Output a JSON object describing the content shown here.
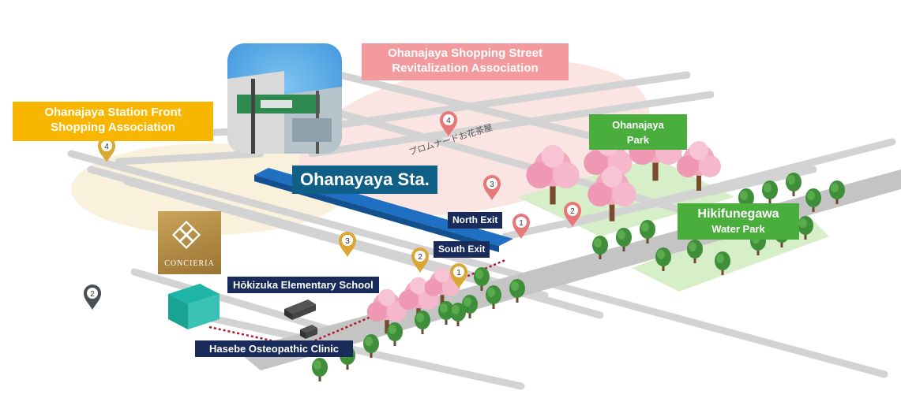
{
  "labels": {
    "station_front": [
      "Ohanajaya Station Front",
      "Shopping Association"
    ],
    "shopping_street": [
      "Ohanajaya Shopping Street",
      "Revitalization Association"
    ],
    "park": [
      "Ohanajaya",
      "Park"
    ],
    "water_park": [
      "Hikifunegawa",
      "Water Park"
    ],
    "station": "Ohanayaya Sta.",
    "north_exit": "North Exit",
    "south_exit": "South Exit",
    "school": "Hōkizuka Elementary School",
    "clinic": "Hasebe Osteopathic Clinic",
    "brand": "CONCIERIA",
    "street_sign": "プロムナードお花茶屋"
  },
  "markers": [
    {
      "category": "station-front",
      "number": "4",
      "color": "#d9a834"
    },
    {
      "category": "shopping-street",
      "number": "4",
      "color": "#e6787a"
    },
    {
      "category": "shopping-street",
      "number": "3",
      "color": "#e6787a"
    },
    {
      "category": "shopping-street",
      "number": "2",
      "color": "#e6787a"
    },
    {
      "category": "shopping-street",
      "number": "1",
      "color": "#e6787a"
    },
    {
      "category": "station-front",
      "number": "3",
      "color": "#d9a834"
    },
    {
      "category": "station-front",
      "number": "2",
      "color": "#d9a834"
    },
    {
      "category": "station-front",
      "number": "1",
      "color": "#d9a834"
    },
    {
      "category": "other",
      "number": "2",
      "color": "#4a4f55"
    }
  ],
  "colors": {
    "station_front": "#f8b600",
    "shopping_street": "#f39a9e",
    "park": "#4aae3c",
    "navy": "#182b5a",
    "station_label": "#0f5f86",
    "station_platform": "#1f6fc2",
    "road": "#d3d3d3",
    "route": "#b01a2e"
  },
  "icons": {
    "marker": "map-pin-icon",
    "brand": "concieria-logo-icon",
    "tree": "cherry-blossom-tree-icon"
  }
}
